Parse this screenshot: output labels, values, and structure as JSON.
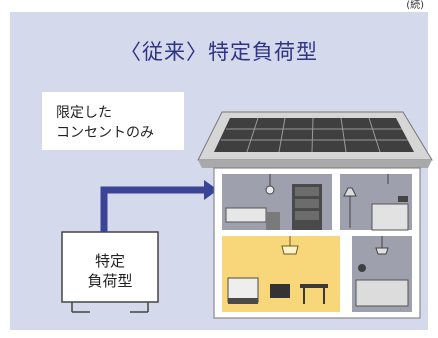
{
  "corner_mark": "(続)",
  "title": "〈従来〉特定負荷型",
  "callout": {
    "line1": "限定した",
    "line2": "コンセントのみ"
  },
  "device": {
    "line1": "特定",
    "line2": "負荷型"
  },
  "colors": {
    "panel_bg": "#d4d9ec",
    "title": "#2f3585",
    "arrow": "#3a4597",
    "powered_room": "#f7d77a",
    "unpowered_room": "#9ea0ad",
    "roof": "#c9c9c9",
    "solar_panel": "#3f3f3f"
  },
  "icons": [
    "solar-panel-icon",
    "arrow-right-icon",
    "lamp-icon",
    "sofa-icon",
    "bookshelf-icon"
  ]
}
